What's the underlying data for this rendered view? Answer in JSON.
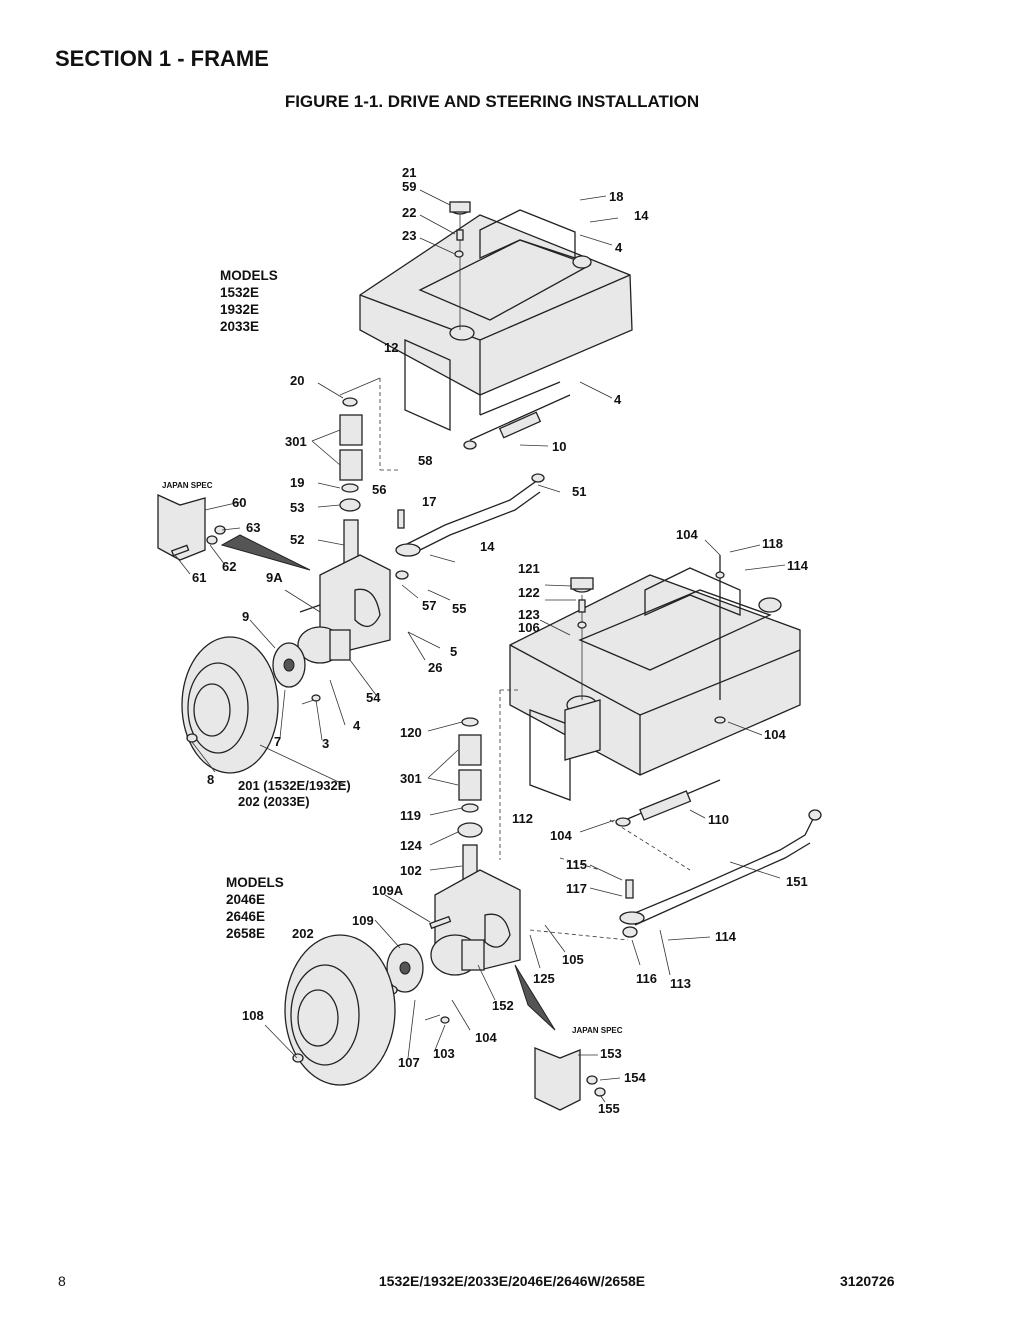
{
  "header": {
    "section_title": "SECTION 1 - FRAME",
    "figure_title": "FIGURE 1-1. DRIVE AND STEERING INSTALLATION"
  },
  "diagram": {
    "models_group_1": {
      "heading": "MODELS",
      "items": [
        "1532E",
        "1932E",
        "2033E"
      ]
    },
    "models_group_2": {
      "heading": "MODELS",
      "items": [
        "2046E",
        "2646E",
        "2658E"
      ]
    },
    "japan_spec_1": "JAPAN SPEC",
    "japan_spec_2": "JAPAN SPEC",
    "upper_labels": [
      "21",
      "59",
      "22",
      "23",
      "18",
      "14",
      "4",
      "12",
      "4",
      "20",
      "301",
      "10",
      "58",
      "19",
      "56",
      "17",
      "51",
      "60",
      "63",
      "53",
      "52",
      "62",
      "14",
      "61",
      "9A",
      "9",
      "57",
      "55",
      "5",
      "26",
      "54",
      "4",
      "7",
      "3",
      "8",
      "201 (1532E/1932E)",
      "202 (2033E)"
    ],
    "lower_labels": [
      "104",
      "118",
      "114",
      "121",
      "122",
      "123",
      "106",
      "120",
      "104",
      "301",
      "119",
      "112",
      "104",
      "110",
      "124",
      "102",
      "115",
      "151",
      "117",
      "109A",
      "109",
      "202",
      "114",
      "116",
      "113",
      "125",
      "105",
      "152",
      "108",
      "103",
      "104",
      "107",
      "153",
      "154",
      "155"
    ]
  },
  "footer": {
    "page_number": "8",
    "models": "1532E/1932E/2033E/2046E/2646W/2658E",
    "doc_number": "3120726"
  }
}
